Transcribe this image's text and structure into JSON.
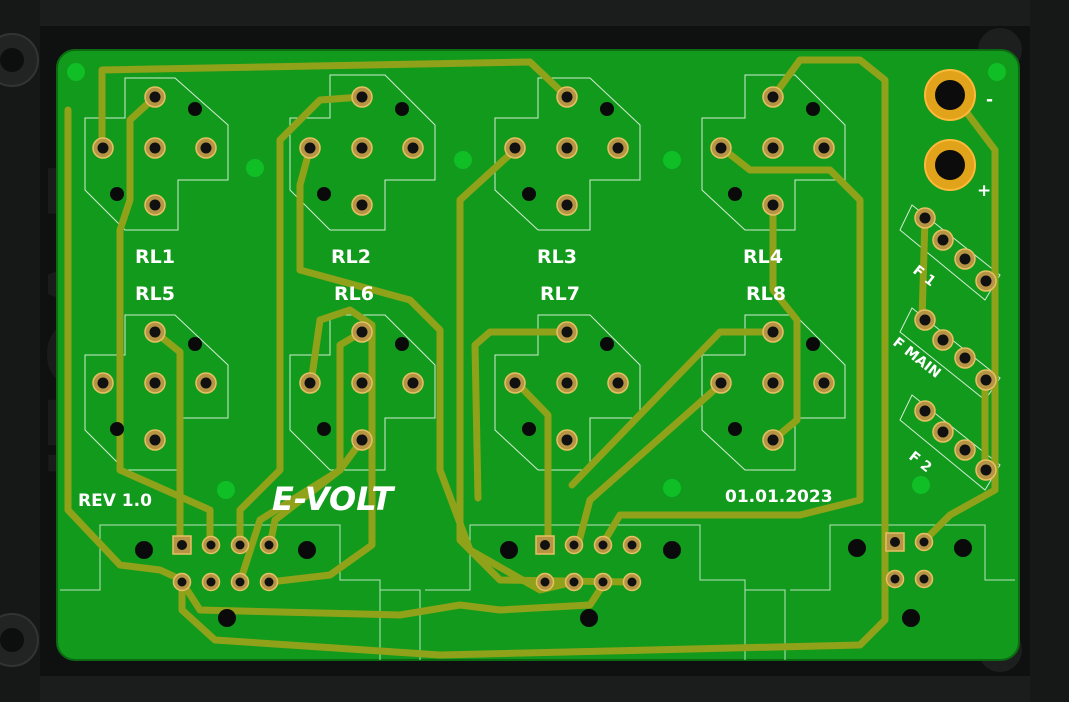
{
  "board": {
    "relay_labels": [
      "RL1",
      "RL2",
      "RL3",
      "RL4",
      "RL5",
      "RL6",
      "RL7",
      "RL8"
    ],
    "revision": "REV 1.0",
    "brand": "E-VOLT",
    "date": "01.01.2023",
    "power_minus": "-",
    "power_plus": "+",
    "connector_labels": [
      "F 1",
      "F MAIN",
      "F 2"
    ],
    "case_text": "E-VOLT"
  },
  "colors": {
    "board": "#129a1c",
    "trace": "#8fa21a",
    "pad_ring": "#c8a14a",
    "drill": "#111111",
    "silkscreen": "#ffffff",
    "case": "#151717"
  }
}
